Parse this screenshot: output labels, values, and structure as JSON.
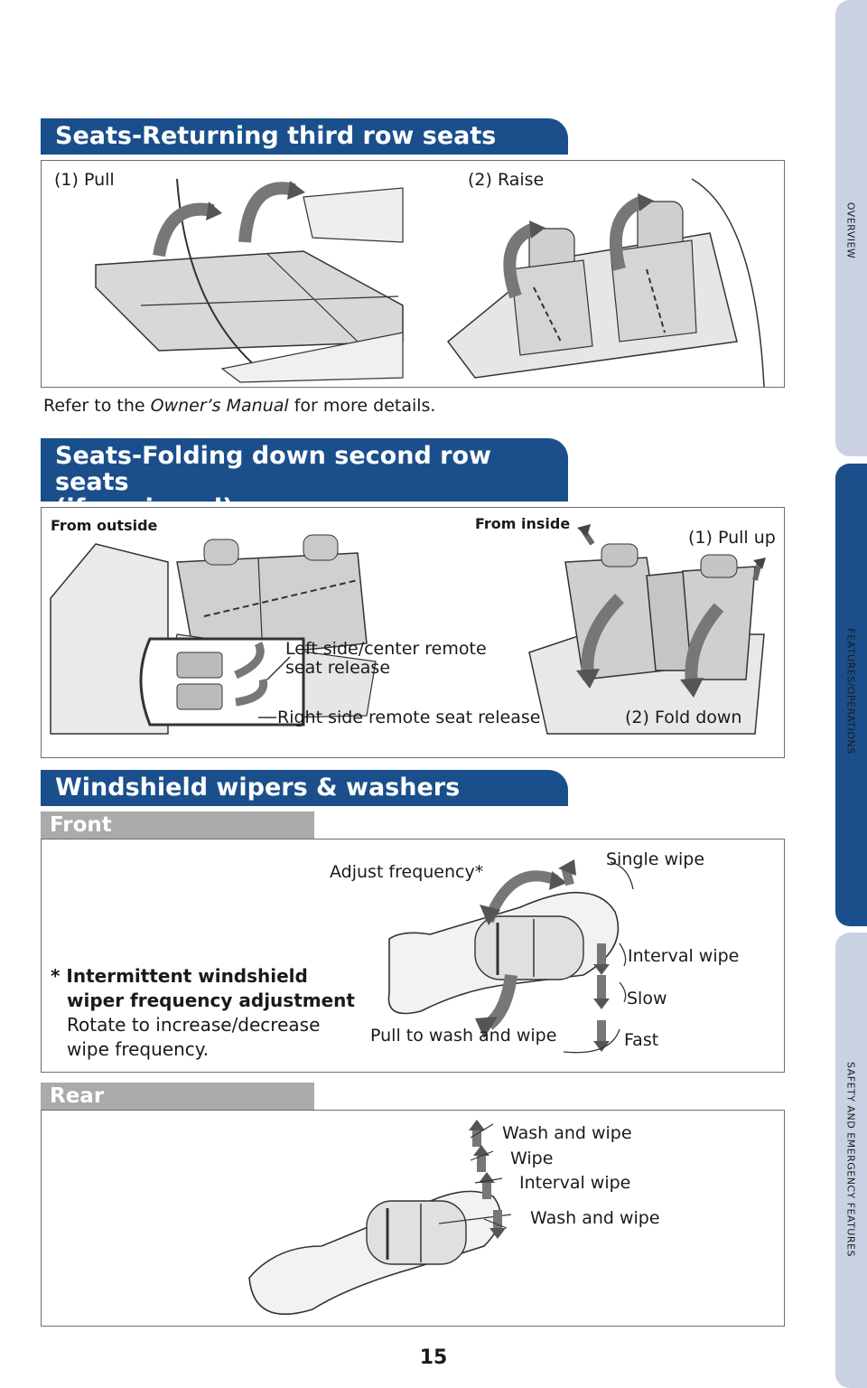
{
  "sections": {
    "returning": {
      "title": "Seats-Returning third row seats",
      "step1": "(1) Pull",
      "step2": "(2) Raise",
      "note_prefix": "Refer to the ",
      "note_manual": "Owner’s Manual",
      "note_suffix": " for more details."
    },
    "folding": {
      "title_line1": "Seats-Folding down second row seats",
      "title_line2": "(if equipped)",
      "from_outside": "From outside",
      "from_inside": "From inside",
      "pull_up": "(1) Pull up",
      "left_release_line1": "Left side/center remote",
      "left_release_line2": "seat release",
      "right_release": "Right side remote seat release",
      "fold_down": "(2) Fold down"
    },
    "wipers": {
      "title": "Windshield wipers & washers",
      "front": {
        "label": "Front",
        "adjust_frequency": "Adjust frequency*",
        "single_wipe": "Single wipe",
        "interval_wipe": "Interval wipe",
        "slow": "Slow",
        "fast": "Fast",
        "pull_wash": "Pull to wash and wipe",
        "note_line1": "* Intermittent windshield",
        "note_line2": "wiper frequency adjustment",
        "note_line3": "Rotate to increase/decrease",
        "note_line4": "wipe frequency."
      },
      "rear": {
        "label": "Rear",
        "wash_wipe_top": "Wash and wipe",
        "wipe": "Wipe",
        "interval_wipe": "Interval wipe",
        "wash_wipe_bottom": "Wash and wipe"
      }
    }
  },
  "side_tabs": {
    "overview": "OVERVIEW",
    "features": "FEATURES/OPERATIONS",
    "safety": "SAFETY AND EMERGENCY FEATURES"
  },
  "page_number": "15",
  "colors": {
    "banner_blue": "#1a4f8c",
    "tab_light": "#c9d1e3",
    "tab_active": "#1a4f8c",
    "subheader_gray": "#aaaaaa"
  }
}
